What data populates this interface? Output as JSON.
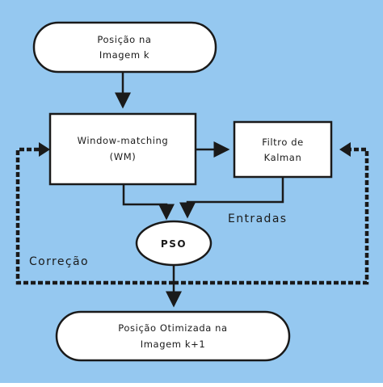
{
  "diagram": {
    "nodes": {
      "start": {
        "lines": [
          "Posição na",
          "Imagem k"
        ]
      },
      "wm": {
        "lines": [
          "Window-matching",
          "(WM)"
        ]
      },
      "kalman": {
        "lines": [
          "Filtro de",
          "Kalman"
        ]
      },
      "pso": {
        "lines": [
          "PSO"
        ]
      },
      "end": {
        "lines": [
          "Posição Otimizada na",
          "Imagem k+1"
        ]
      }
    },
    "labels": {
      "entradas": "Entradas",
      "correcao": "Correção"
    },
    "colors": {
      "background": "#95c8f0",
      "node_fill": "#ffffff",
      "stroke": "#1a1a1a"
    }
  }
}
